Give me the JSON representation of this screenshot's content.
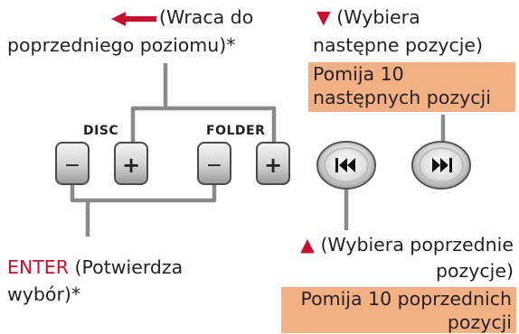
{
  "back_callout": {
    "line1": "(Wraca do",
    "line2": "poprzedniego poziomu)*",
    "arrow_icon": "back-arrow-icon"
  },
  "next_callout": {
    "triangle": "▼",
    "line1": "(Wybiera",
    "line2": "następne pozycje)",
    "highlight_line1": "Pomija 10",
    "highlight_line2": "następnych pozycji"
  },
  "prev_callout": {
    "triangle": "▲",
    "line1": "(Wybiera poprzednie",
    "line2": "pozycje)",
    "highlight_line1": "Pomija 10 poprzednich",
    "highlight_line2": "pozycji"
  },
  "enter_callout": {
    "keyword": "ENTER",
    "line1_rest": " (Potwierdza",
    "line2": "wybór)*"
  },
  "buttons": {
    "disc_label": "DISC",
    "folder_label": "FOLDER",
    "minus": "−",
    "plus": "+"
  },
  "colors": {
    "accent": "#c8102e",
    "highlight": "#f3b183",
    "line": "#8a8a8a"
  }
}
